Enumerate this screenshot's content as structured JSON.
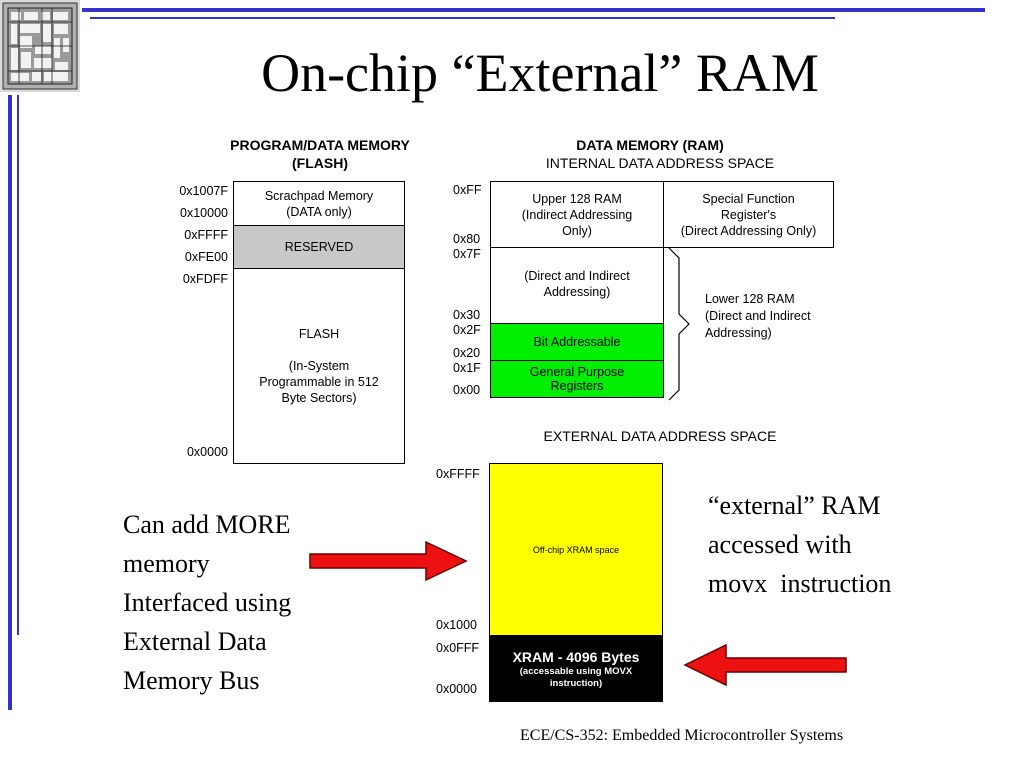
{
  "slide": {
    "title": "On-chip “External” RAM",
    "footer": "ECE/CS-352: Embedded Microcontroller Systems",
    "left_note": [
      "Can add MORE",
      "memory",
      "Interfaced using",
      "External Data",
      "Memory Bus"
    ],
    "right_note": [
      "“external” RAM",
      "accessed with",
      "movx  instruction"
    ],
    "colors": {
      "frame_blue": "#3333cc",
      "green": "#00ee00",
      "yellow": "#ffff00",
      "reserved_gray": "#c8c8c8",
      "arrow_red": "#ee1111"
    },
    "logo_icon": "chip-die-icon"
  },
  "flash": {
    "heading1": "PROGRAM/DATA MEMORY",
    "heading2": "(FLASH)",
    "addr_1007f": "0x1007F",
    "addr_10000": "0x10000",
    "addr_ffff": "0xFFFF",
    "addr_fe00": "0xFE00",
    "addr_fdff": "0xFDFF",
    "addr_0000": "0x0000",
    "scratchpad_1": "Scrachpad Memory",
    "scratchpad_2": "(DATA only)",
    "reserved": "RESERVED",
    "flash_1": "FLASH",
    "flash_2": "(In-System",
    "flash_3": "Programmable in 512",
    "flash_4": "Byte Sectors)"
  },
  "data_mem": {
    "heading": "DATA MEMORY (RAM)",
    "internal_heading": "INTERNAL DATA  ADDRESS SPACE",
    "addr_ff": "0xFF",
    "addr_80": "0x80",
    "addr_7f": "0x7F",
    "addr_30": "0x30",
    "addr_2f": "0x2F",
    "addr_20": "0x20",
    "addr_1f": "0x1F",
    "addr_00": "0x00",
    "upper_1": "Upper 128 RAM",
    "upper_2": "(Indirect Addressing",
    "upper_3": "Only)",
    "sfr_1": "Special Function",
    "sfr_2": "Register's",
    "sfr_3": "(Direct Addressing Only)",
    "direct_1": "(Direct and Indirect",
    "direct_2": "Addressing)",
    "bit_addr": "Bit Addressable",
    "gpr_1": "General Purpose",
    "gpr_2": "Registers",
    "lower_1": "Lower 128 RAM",
    "lower_2": "(Direct and Indirect",
    "lower_3": "Addressing)"
  },
  "external": {
    "heading": "EXTERNAL DATA ADDRESS SPACE",
    "addr_ffff": "0xFFFF",
    "addr_1000": "0x1000",
    "addr_0fff": "0x0FFF",
    "addr_0000": "0x0000",
    "offchip": "Off-chip XRAM space",
    "xram_1": "XRAM - 4096 Bytes",
    "xram_2": "(accessable using MOVX",
    "xram_3": "instruction)"
  }
}
